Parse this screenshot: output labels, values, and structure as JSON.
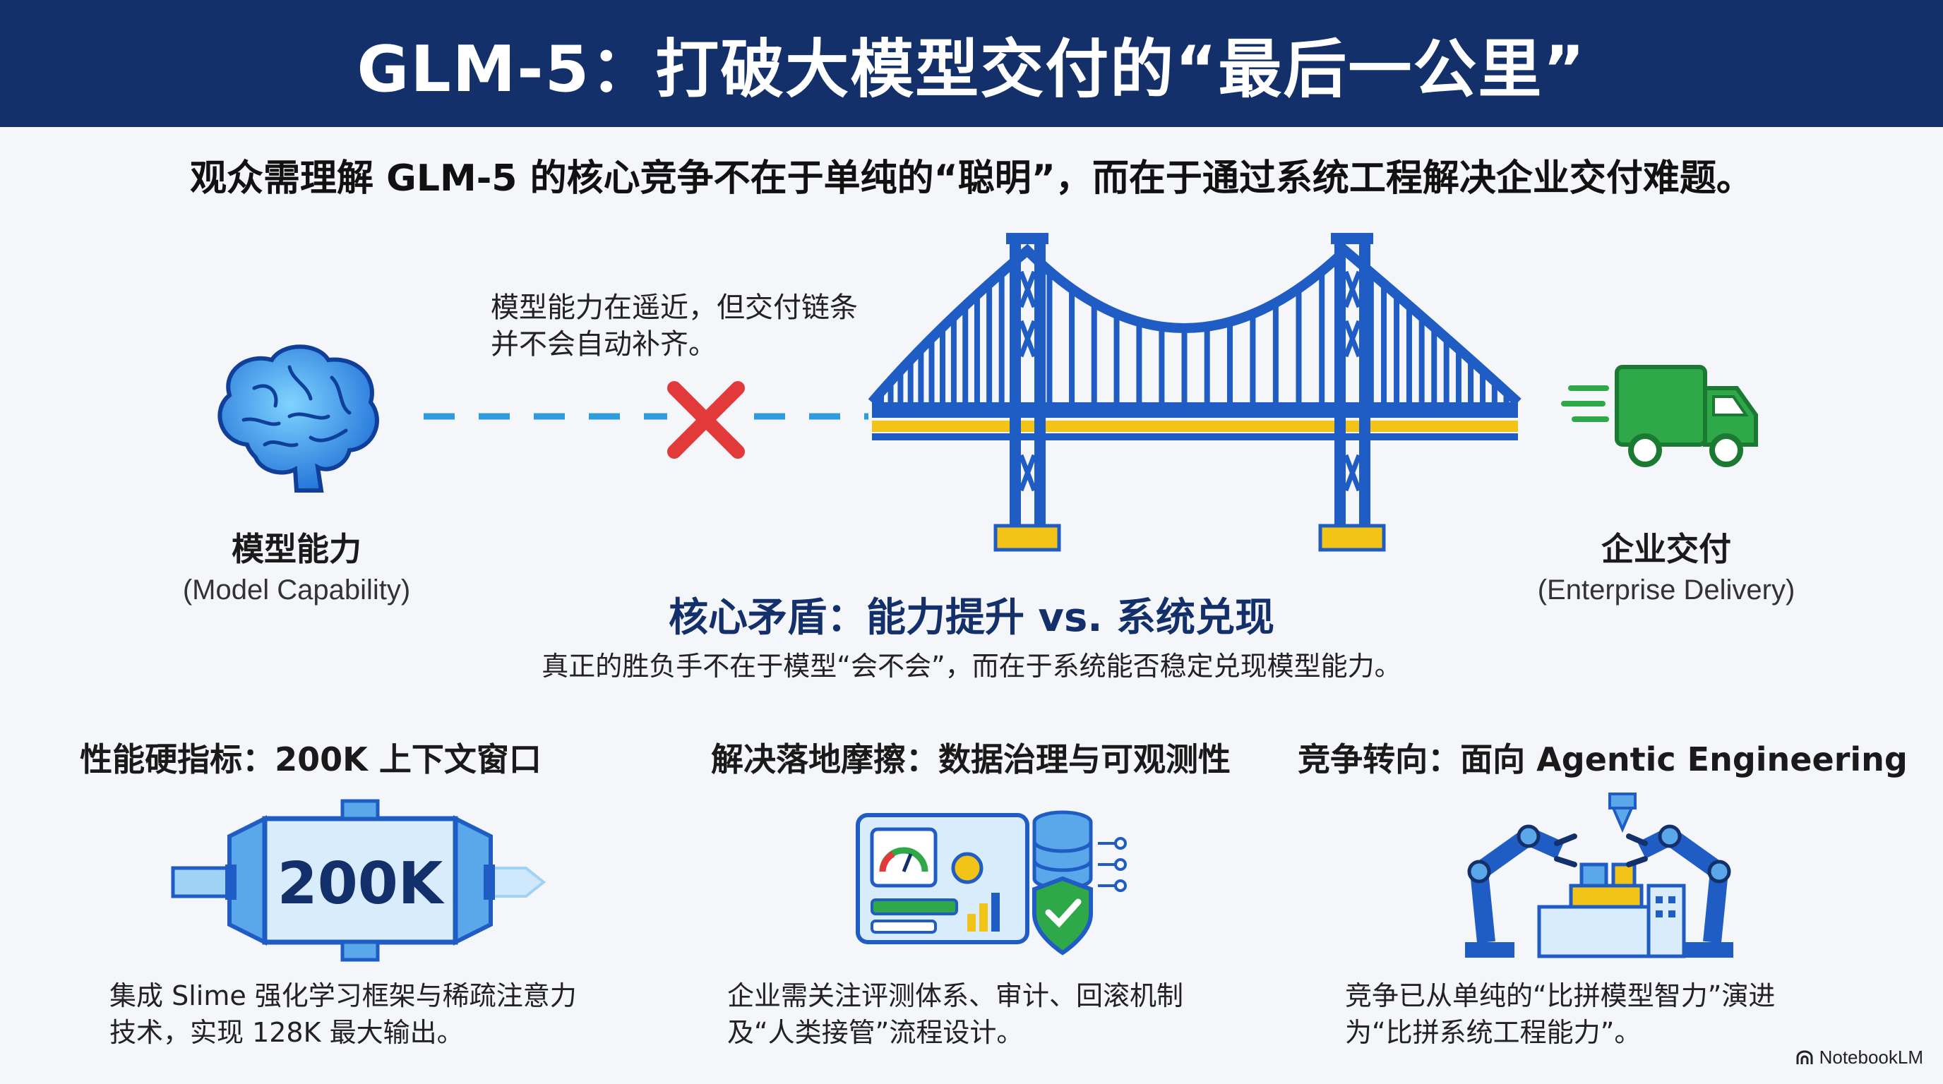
{
  "header": {
    "title": "GLM-5：打破大模型交付的“最后一公里”"
  },
  "subtitle": "观众需理解 GLM-5 的核心竞争不在于单纯的“聪明”，而在于通过系统工程解决企业交付难题。",
  "gap_note": {
    "line1": "模型能力在遥近，但交付链条",
    "line2": "并不会自动补齐。"
  },
  "model_capability": {
    "zh": "模型能力",
    "en": "(Model Capability)"
  },
  "enterprise_delivery": {
    "zh": "企业交付",
    "en": "(Enterprise Delivery)"
  },
  "core_conflict": {
    "title": "核心矛盾：能力提升 vs. 系统兑现",
    "desc": "真正的胜负手不在于模型“会不会”，而在于系统能否稳定兑现模型能力。"
  },
  "pillars": [
    {
      "title": "性能硬指标：200K 上下文窗口",
      "badge": "200K",
      "desc_line1": "集成 Slime 强化学习框架与稀疏注意力",
      "desc_line2": "技术，实现 128K 最大输出。",
      "icon": "context-window-pipe-icon"
    },
    {
      "title": "解决落地摩擦：数据治理与可观测性",
      "desc_line1": "企业需关注评测体系、审计、回滚机制",
      "desc_line2": "及“人类接管”流程设计。",
      "icon": "data-governance-dashboard-icon"
    },
    {
      "title": "竞争转向：面向 Agentic Engineering",
      "desc_line1": "竞争已从单纯的“比拼模型智力”演进",
      "desc_line2": "为“比拼系统工程能力”。",
      "icon": "robot-arms-factory-icon"
    }
  ],
  "brand": "NotebookLM",
  "colors": {
    "header_bg": "#14306b",
    "primary_blue": "#1f5cc4",
    "light_blue": "#2e9ae0",
    "accent_yellow": "#f2c418",
    "red_x": "#e23a3a",
    "green_truck": "#2fa84a"
  }
}
